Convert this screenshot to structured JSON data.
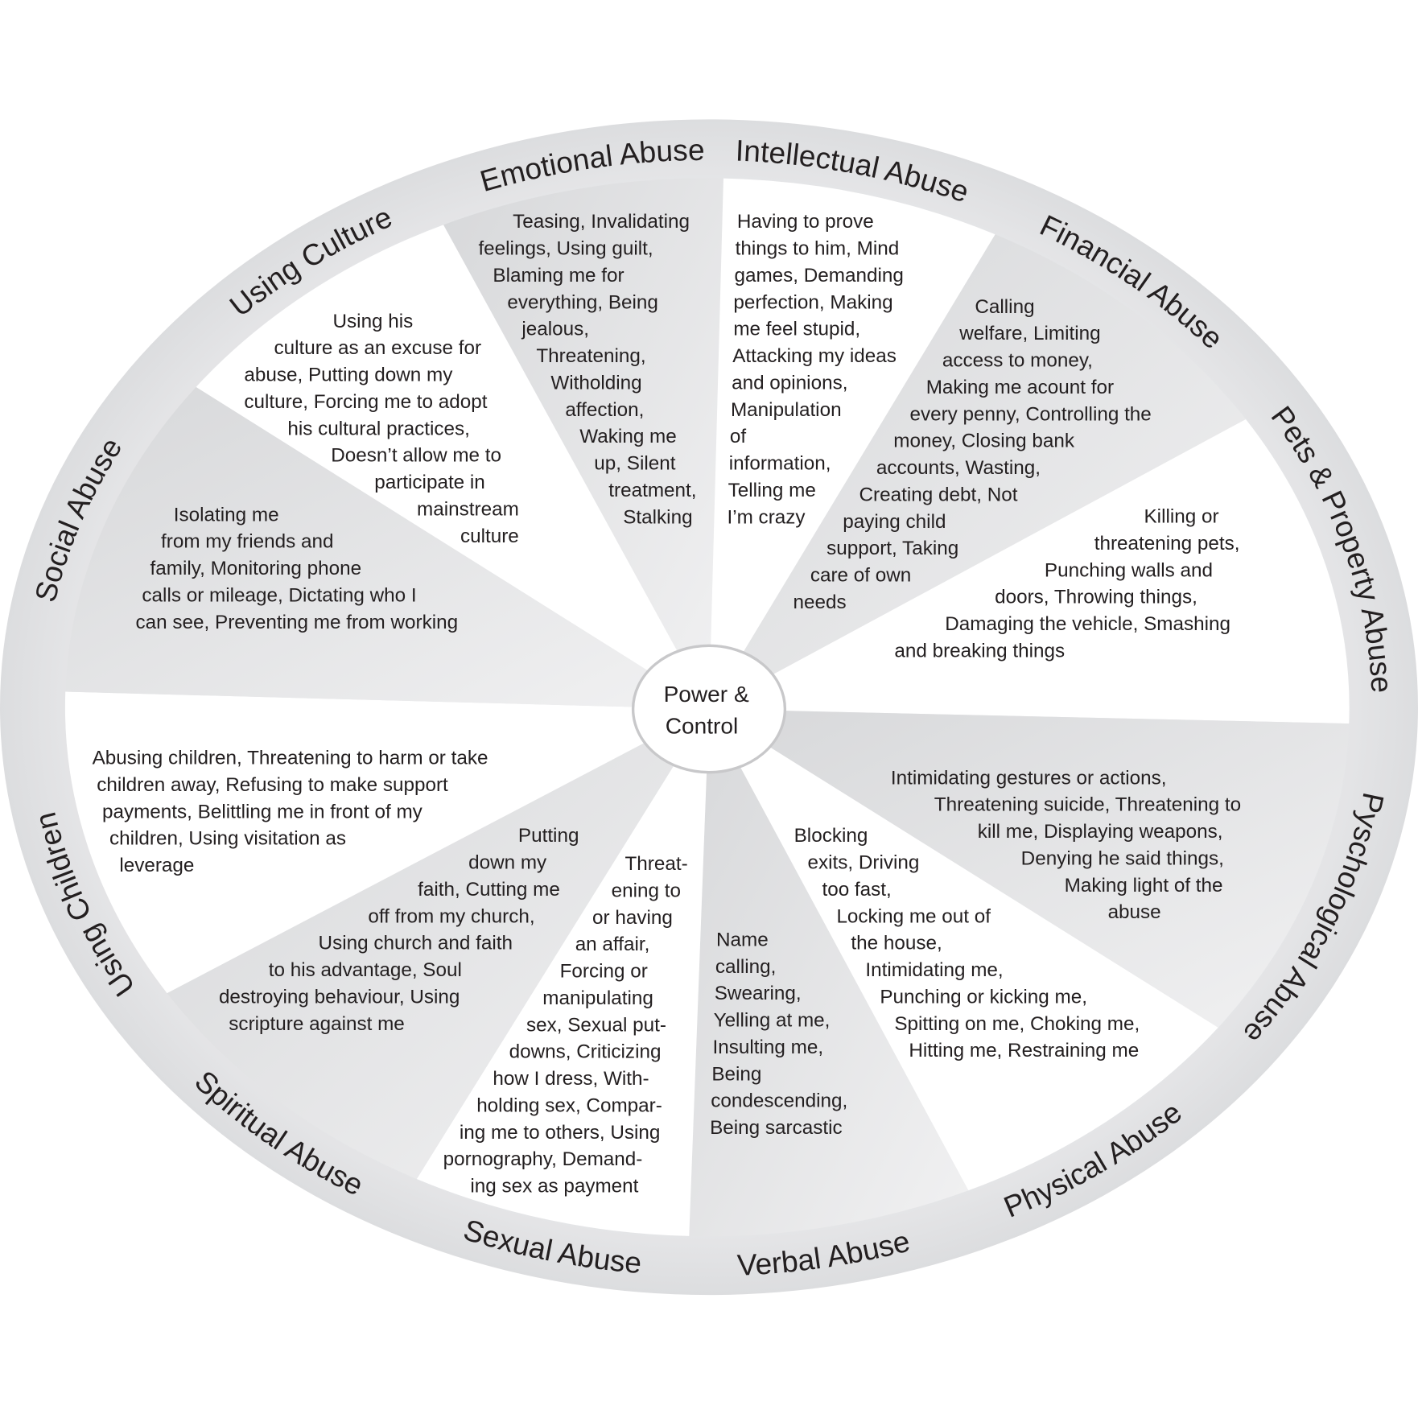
{
  "center": {
    "line1": "Power &",
    "line2": "Control"
  },
  "colors": {
    "ring": "#e1e2e4",
    "wedge_gray_dark": "#d7d8da",
    "wedge_gray_light": "#f1f1f2",
    "wedge_white": "#ffffff",
    "text": "#231f20",
    "center_stroke": "#c8c8ca"
  },
  "categories": [
    {
      "id": "emotional",
      "label": "Emotional Abuse",
      "shade": "gray",
      "lines": [
        "Teasing, Invalidating",
        "feelings, Using guilt,",
        "Blaming me for",
        "everything, Being",
        "jealous,",
        "Threatening,",
        "Witholding",
        "affection,",
        "Waking me",
        "up, Silent",
        "treatment,",
        "Stalking"
      ]
    },
    {
      "id": "intellectual",
      "label": "Intellectual Abuse",
      "shade": "white",
      "lines": [
        "Having to prove",
        "things to him, Mind",
        "games, Demanding",
        "perfection, Making",
        "me feel stupid,",
        "Attacking my ideas",
        "and opinions,",
        "Manipulation",
        "of",
        "information,",
        "Telling me",
        "I’m crazy"
      ]
    },
    {
      "id": "financial",
      "label": "Financial Abuse",
      "shade": "gray",
      "lines": [
        "Calling",
        "welfare, Limiting",
        "access to money,",
        "Making me acount for",
        "every penny, Controlling the",
        "money, Closing bank",
        "accounts, Wasting,",
        "Creating debt, Not",
        "paying child",
        "support, Taking",
        "care of own",
        "needs"
      ]
    },
    {
      "id": "pets",
      "label": "Pets & Property Abuse",
      "shade": "white",
      "lines": [
        "Killing or",
        "threatening pets,",
        "Punching walls and",
        "doors, Throwing things,",
        "Damaging the vehicle, Smashing",
        "and breaking things"
      ]
    },
    {
      "id": "psychological",
      "label": "Pyschological Abuse",
      "shade": "gray",
      "lines": [
        "Intimidating gestures or actions,",
        "Threatening suicide, Threatening to",
        "kill me, Displaying weapons,",
        "Denying he said things,",
        "Making light of the",
        "abuse"
      ]
    },
    {
      "id": "physical",
      "label": "Physical Abuse",
      "shade": "white",
      "lines": [
        "Blocking",
        "exits, Driving",
        "too fast,",
        "Locking me out of",
        "the house,",
        "Intimidating me,",
        "Punching or kicking me,",
        "Spitting on me, Choking me,",
        "Hitting me, Restraining me"
      ]
    },
    {
      "id": "verbal",
      "label": "Verbal Abuse",
      "shade": "gray",
      "lines": [
        "Name",
        "calling,",
        "Swearing,",
        "Yelling at me,",
        "Insulting me,",
        "Being",
        "condescending,",
        "Being sarcastic"
      ]
    },
    {
      "id": "sexual",
      "label": "Sexual Abuse",
      "shade": "white",
      "lines": [
        "Threat-",
        "ening to",
        "or having",
        "an affair,",
        "Forcing or",
        "manipulating",
        "sex, Sexual put-",
        "downs, Criticizing",
        "how I dress, With-",
        "holding sex, Compar-",
        "ing me to others, Using",
        "pornography, Demand-",
        "ing sex as payment"
      ]
    },
    {
      "id": "spiritual",
      "label": "Spiritual Abuse",
      "shade": "gray",
      "lines": [
        "Putting",
        "down my",
        "faith, Cutting me",
        "off from my church,",
        "Using church and faith",
        "to his advantage, Soul",
        "destroying behaviour, Using",
        "scripture against me"
      ]
    },
    {
      "id": "children",
      "label": "Using Children",
      "shade": "white",
      "lines": [
        "Abusing children, Threatening to harm or take",
        "children away, Refusing to make support",
        "payments, Belittling me in front of my",
        "children, Using visitation as",
        "leverage"
      ]
    },
    {
      "id": "social",
      "label": "Social Abuse",
      "shade": "gray",
      "lines": [
        "Isolating me",
        "from my friends and",
        "family, Monitoring phone",
        "calls or mileage, Dictating who I",
        "can see, Preventing me from working"
      ]
    },
    {
      "id": "culture",
      "label": "Using Culture",
      "shade": "white",
      "lines": [
        "Using his",
        "culture as an excuse for",
        "abuse, Putting down my",
        "culture, Forcing me to adopt",
        "his cultural practices,",
        "Doesn’t allow me to",
        "participate in",
        "mainstream",
        "culture"
      ]
    }
  ]
}
